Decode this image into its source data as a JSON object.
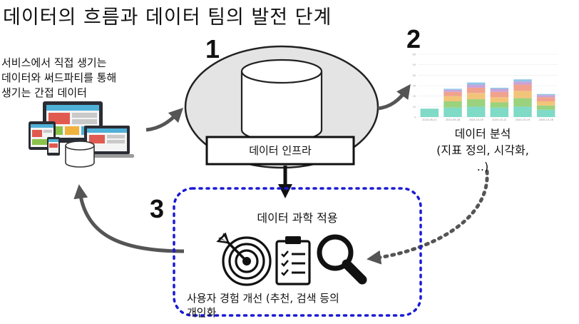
{
  "title": "데이터의 흐름과 데이터 팀의 발전 단계",
  "steps": {
    "s1": "1",
    "s2": "2",
    "s3": "3"
  },
  "source_text": [
    "서비스에서 직접 생기는",
    "데이터와 써드파티를 통해",
    "생기는 간접 데이터"
  ],
  "infra_label": "데이터 인프라",
  "analysis_label": [
    "데이터 분석",
    "(지표 정의, 시각화,",
    "..)"
  ],
  "science_title": "데이터 과학 적용",
  "science_desc": [
    "사용자 경험 개선 (추천, 검색 등의",
    "개인화"
  ],
  "colors": {
    "arrow": "#555555",
    "dotted_box": "#1a1ad6",
    "cylinder_fill": "#e6e6e6",
    "stack_colors": [
      "#7fdac6",
      "#9ad27e",
      "#f2c47a",
      "#f0a28e",
      "#c9a3d8",
      "#8cc7e8"
    ]
  },
  "chart_data": {
    "type": "bar",
    "stacked": true,
    "categories": [
      "2020-08-21",
      "2020-09-28",
      "2020-10-05",
      "2020-10-12",
      "2020-10-19",
      "2020-10-26"
    ],
    "series": [
      {
        "values": [
          8,
          9,
          10,
          9,
          10,
          7
        ]
      },
      {
        "values": [
          0,
          6,
          7,
          5,
          8,
          4
        ]
      },
      {
        "values": [
          0,
          5,
          6,
          5,
          7,
          4
        ]
      },
      {
        "values": [
          0,
          4,
          5,
          5,
          6,
          4
        ]
      },
      {
        "values": [
          0,
          2,
          3,
          3,
          3,
          2
        ]
      },
      {
        "values": [
          0,
          1,
          2,
          1,
          2,
          1
        ]
      }
    ],
    "ylim": [
      0,
      60
    ],
    "yticks": [
      0,
      10,
      20,
      30,
      40,
      50,
      60
    ],
    "grid": true
  }
}
